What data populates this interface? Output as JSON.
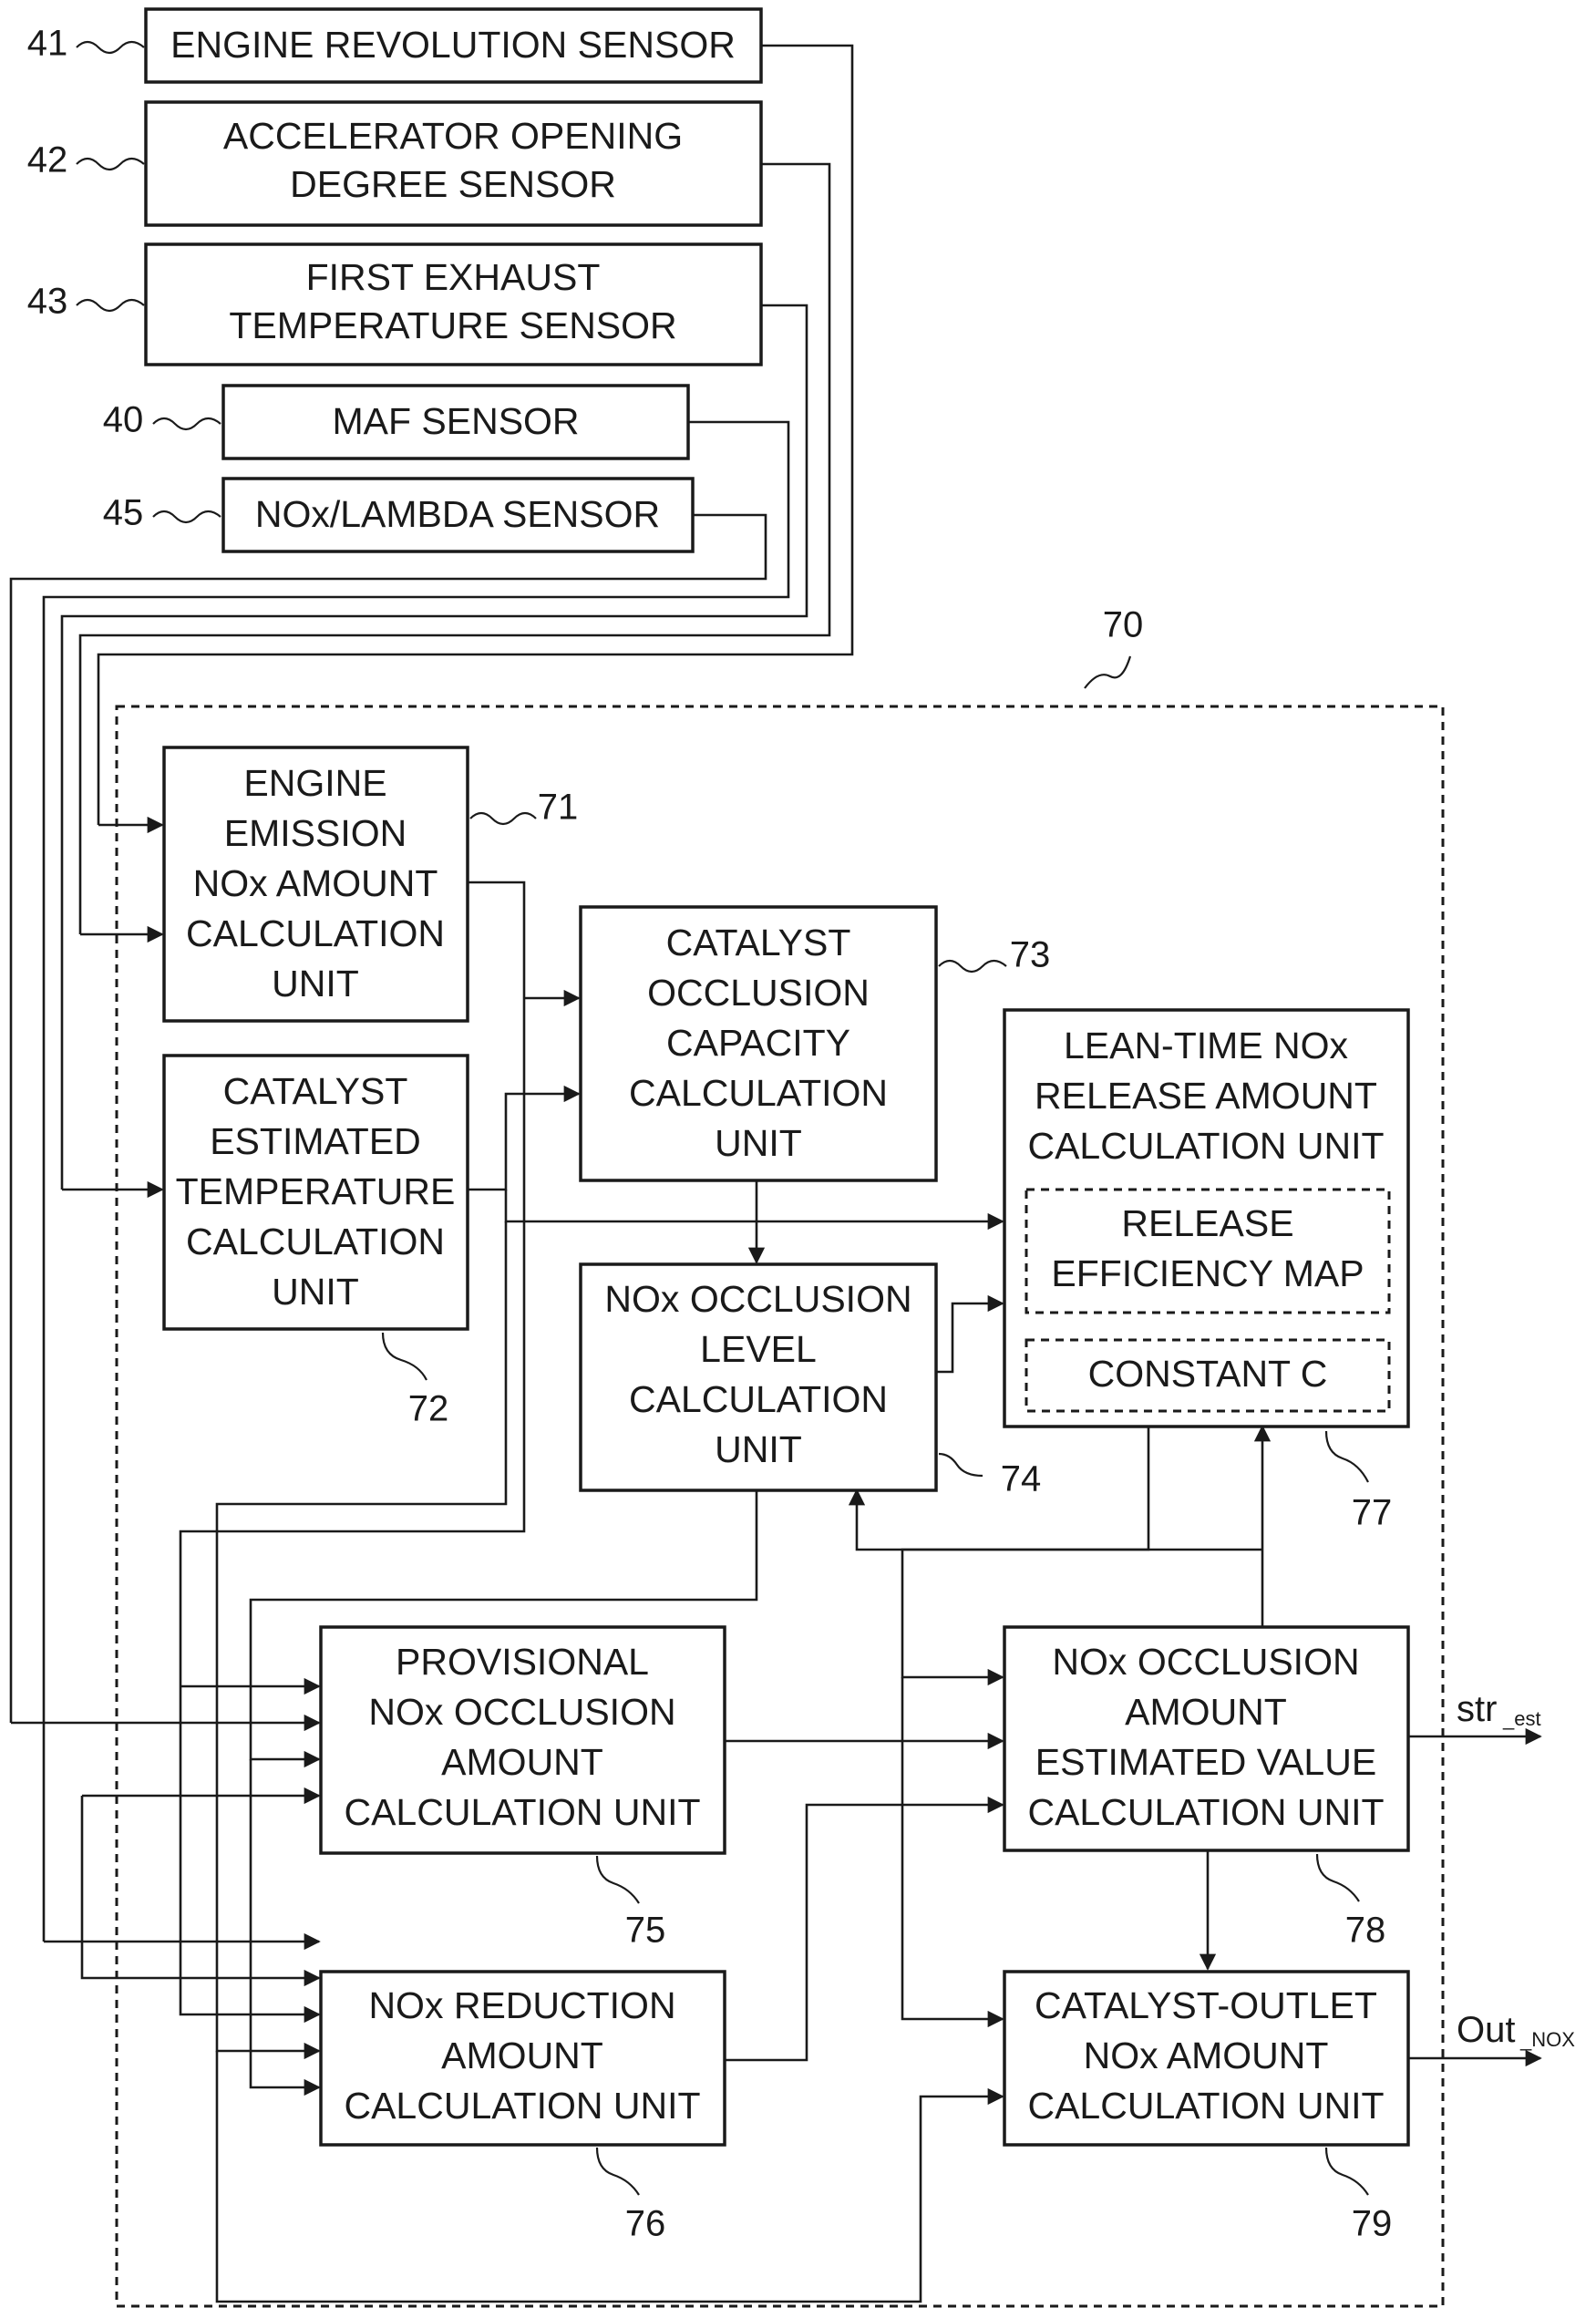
{
  "sensors": {
    "engine_revolution": {
      "ref": "41",
      "lines": [
        "ENGINE REVOLUTION SENSOR"
      ]
    },
    "accelerator_opening": {
      "ref": "42",
      "lines": [
        "ACCELERATOR OPENING",
        "DEGREE SENSOR"
      ]
    },
    "first_exhaust_temp": {
      "ref": "43",
      "lines": [
        "FIRST EXHAUST",
        "TEMPERATURE SENSOR"
      ]
    },
    "maf": {
      "ref": "40",
      "lines": [
        "MAF SENSOR"
      ]
    },
    "nox_lambda": {
      "ref": "45",
      "lines": [
        "NOx/LAMBDA SENSOR"
      ]
    }
  },
  "controller": {
    "ref": "70",
    "units": {
      "engine_emission": {
        "ref": "71",
        "lines": [
          "ENGINE",
          "EMISSION",
          "NOx AMOUNT",
          "CALCULATION",
          "UNIT"
        ]
      },
      "catalyst_estimated_temp": {
        "ref": "72",
        "lines": [
          "CATALYST",
          "ESTIMATED",
          "TEMPERATURE",
          "CALCULATION",
          "UNIT"
        ]
      },
      "catalyst_occlusion_capacity": {
        "ref": "73",
        "lines": [
          "CATALYST",
          "OCCLUSION",
          "CAPACITY",
          "CALCULATION",
          "UNIT"
        ]
      },
      "nox_occlusion_level": {
        "ref": "74",
        "lines": [
          "NOx OCCLUSION",
          "LEVEL",
          "CALCULATION",
          "UNIT"
        ]
      },
      "provisional_nox": {
        "ref": "75",
        "lines": [
          "PROVISIONAL",
          "NOx OCCLUSION",
          "AMOUNT",
          "CALCULATION UNIT"
        ]
      },
      "nox_reduction": {
        "ref": "76",
        "lines": [
          "NOx REDUCTION",
          "AMOUNT",
          "CALCULATION UNIT"
        ]
      },
      "lean_time_release": {
        "ref": "77",
        "lines": [
          "LEAN-TIME NOx",
          "RELEASE AMOUNT",
          "CALCULATION UNIT"
        ],
        "release_map_lines": [
          "RELEASE",
          "EFFICIENCY MAP"
        ],
        "constant_label": "CONSTANT C"
      },
      "nox_occlusion_estimated": {
        "ref": "78",
        "lines": [
          "NOx OCCLUSION",
          "AMOUNT",
          "ESTIMATED VALUE",
          "CALCULATION UNIT"
        ]
      },
      "catalyst_outlet_nox": {
        "ref": "79",
        "lines": [
          "CATALYST-OUTLET",
          "NOx AMOUNT",
          "CALCULATION UNIT"
        ]
      }
    }
  },
  "outputs": {
    "str_est": {
      "main": "str",
      "sub": "_est"
    },
    "out_nox": {
      "main": "Out",
      "sub": "_NOX"
    }
  }
}
